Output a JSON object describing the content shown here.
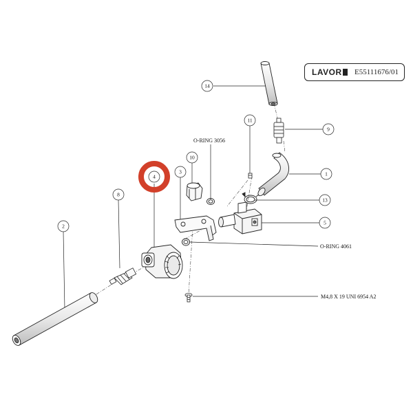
{
  "header": {
    "brand": "LAVOR",
    "code": "E55111676/01"
  },
  "callouts": {
    "c1": "1",
    "c2": "2",
    "c3": "3",
    "c4": "4",
    "c5": "5",
    "c8": "8",
    "c9": "9",
    "c10": "10",
    "c11": "11",
    "c13": "13",
    "c14": "14"
  },
  "labels": {
    "oring_3056": "O-RING 3056",
    "oring_4061": "O-RING 4061",
    "screw": "M4,8 X 19 UNI 6954 A2"
  },
  "colors": {
    "line": "#222222",
    "highlight": "#d2402a"
  }
}
